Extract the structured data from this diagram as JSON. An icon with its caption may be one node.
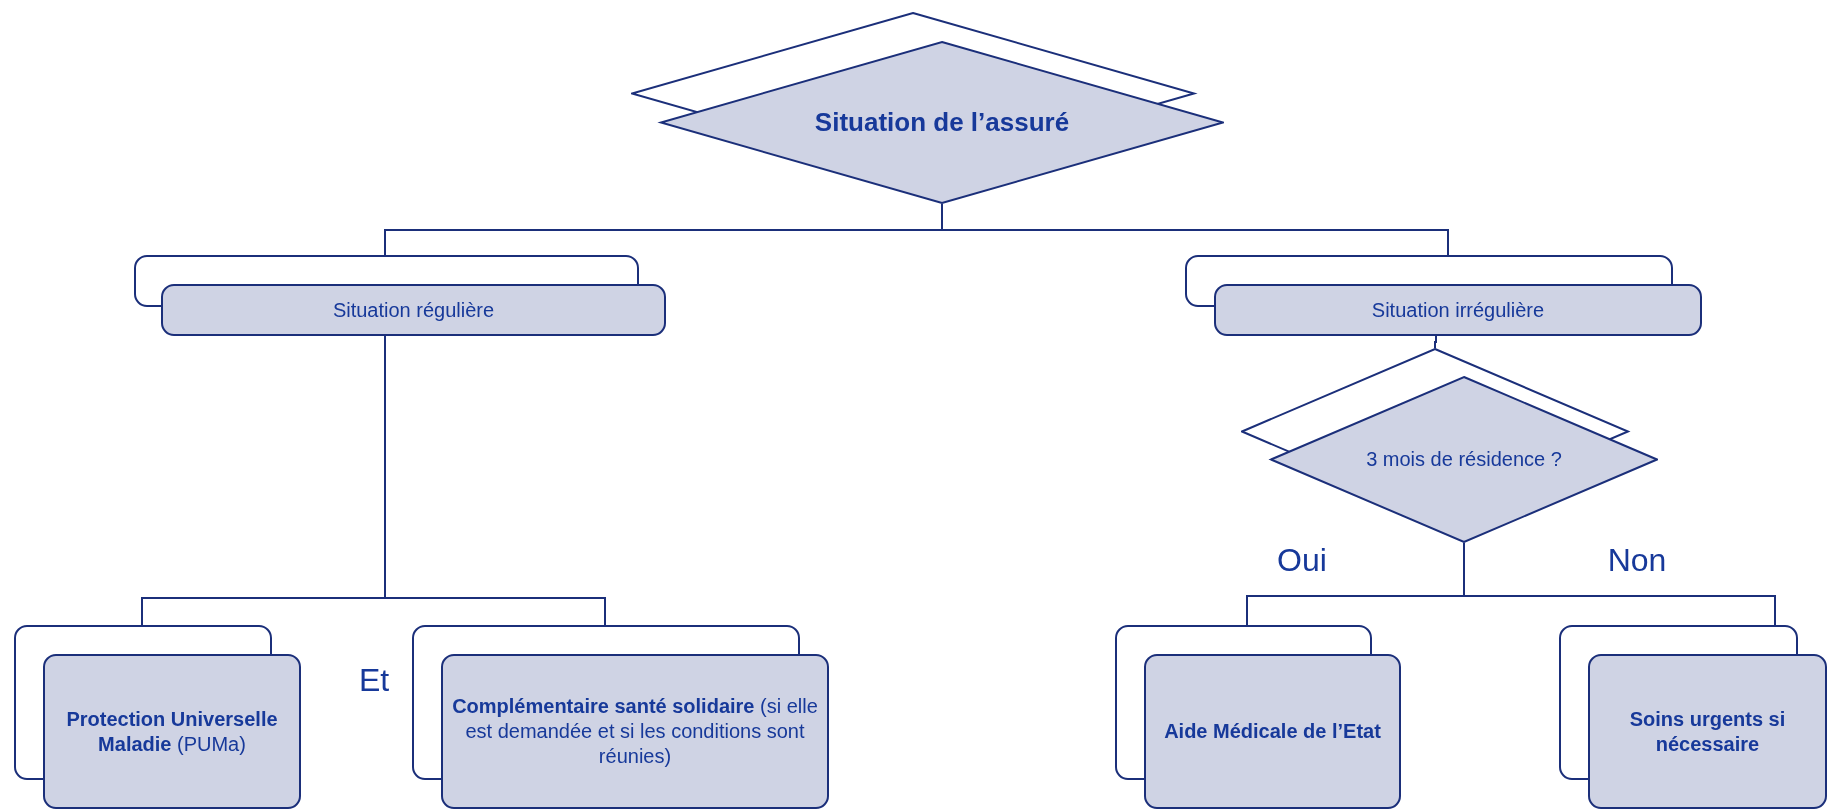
{
  "diagram": {
    "nodes": [
      {
        "text": [
          "Situation de l’assuré"
        ]
      },
      {
        "text": [
          "Situation régulière"
        ]
      },
      {
        "text": [
          "Situation irrégulière"
        ]
      },
      {
        "text": [
          "3 mois de résidence ?"
        ]
      },
      {
        "text": [
          "**Protection Universelle Maladie** (PUMa)"
        ]
      },
      {
        "text": [
          "**Complémentaire santé solidaire** (si elle est demandée et si les conditions sont réunies)"
        ]
      },
      {
        "text": [
          "Aide Médicale de l’Etat"
        ]
      },
      {
        "text": [
          "Soins urgents si nécessaire"
        ]
      }
    ],
    "edges": [
      {
        "from": 0,
        "to": 1,
        "arrow": "none"
      },
      {
        "from": 0,
        "to": 2,
        "arrow": "none"
      },
      {
        "from": 1,
        "to": 4,
        "arrow": "none"
      },
      {
        "from": 1,
        "to": 5,
        "arrow": "none"
      },
      {
        "from": 2,
        "to": 3,
        "arrow": "none"
      },
      {
        "from": 3,
        "to": 6,
        "arrow": "none",
        "label": "Oui"
      },
      {
        "from": 3,
        "to": 7,
        "arrow": "none",
        "label": "Non"
      }
    ],
    "labels": [
      "Et"
    ]
  }
}
